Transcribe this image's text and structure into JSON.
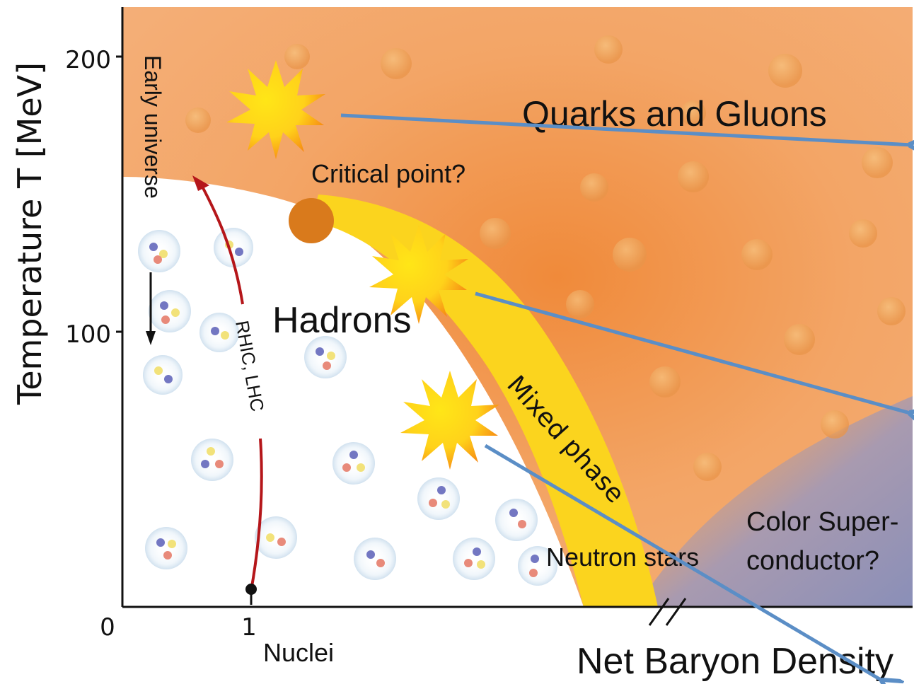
{
  "y_axis": {
    "label": "Temperature T [MeV]",
    "ticks": [
      "200",
      "100",
      "0"
    ]
  },
  "x_axis": {
    "label": "Net Baryon Density",
    "tick": "1",
    "tick_caption": "Nuclei"
  },
  "regions": {
    "qgp": "Quarks and Gluons",
    "critical_point": "Critical point?",
    "hadrons": "Hadrons",
    "mixed_phase": "Mixed phase",
    "neutron_stars": "Neutron stars",
    "color_superconductor": [
      "Color Super-",
      "conductor?"
    ]
  },
  "arrows": {
    "early_universe": "Early universe",
    "rhic_lhc": "RHIC, LHC"
  },
  "colors": {
    "qgp_orange": "#f2a15b",
    "mixed_yellow": "#fbd41e",
    "critical_point": "#d97a1c",
    "superconductor_blue": "#8f92b8",
    "pointer_blue": "#5b8ec6",
    "rhic_red": "#b5161a"
  },
  "markers": [
    "starburst-icon",
    "starburst-icon",
    "starburst-icon"
  ]
}
